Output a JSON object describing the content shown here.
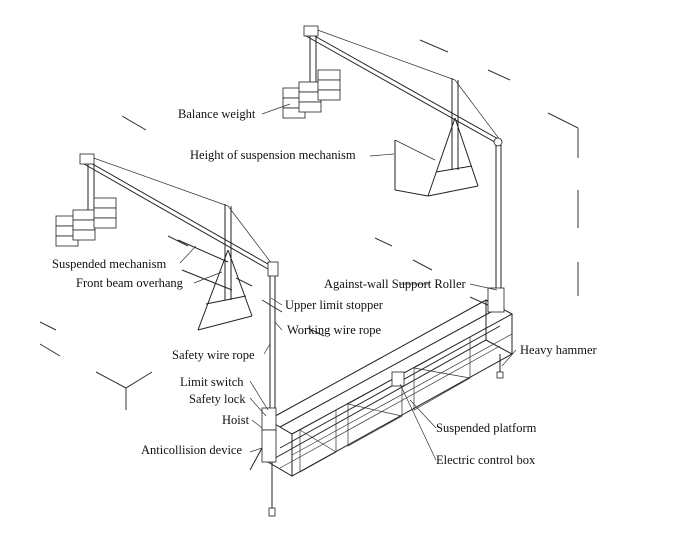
{
  "labels": {
    "balance_weight": "Balance weight",
    "height_suspension": "Height of suspension mechanism",
    "suspended_mechanism": "Suspended mechanism",
    "front_beam_overhang": "Front beam overhang",
    "against_wall_roller": "Against-wall Support Roller",
    "upper_limit_stopper": "Upper limit stopper",
    "working_wire_rope": "Working wire rope",
    "safety_wire_rope": "Safety wire rope",
    "heavy_hammer": "Heavy hammer",
    "limit_switch": "Limit switch",
    "safety_lock": "Safety lock",
    "hoist": "Hoist",
    "suspended_platform": "Suspended  platform",
    "anticollision_device": "Anticollision device",
    "electric_control_box": "Electric control  box"
  }
}
